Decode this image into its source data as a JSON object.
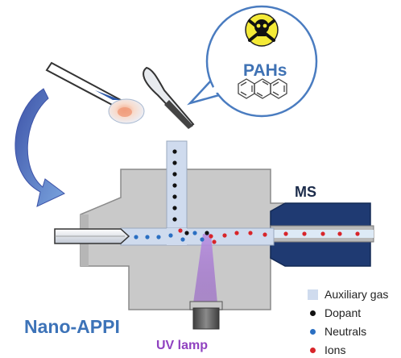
{
  "title": "Nano-APPI",
  "speech_bubble": {
    "label": "PAHs",
    "skull_icon": "skull-crossbones-icon",
    "molecule_icon": "anthracene-structure-icon"
  },
  "ms_label": "MS",
  "uv_label": "UV lamp",
  "legend": {
    "auxiliary_gas": "Auxiliary gas",
    "dopant": "Dopant",
    "neutrals": "Neutrals",
    "ions": "Ions"
  },
  "colors": {
    "housing": "#c9c9c9",
    "channel": "#cfdbee",
    "ms_block": "#1f3a72",
    "bubble_border": "#4a7cc0",
    "dopant": "#111111",
    "neutrals": "#2a6fc2",
    "ions": "#d8252a",
    "uv_beam": "#a874cf",
    "arrow": "#4a66b8"
  }
}
